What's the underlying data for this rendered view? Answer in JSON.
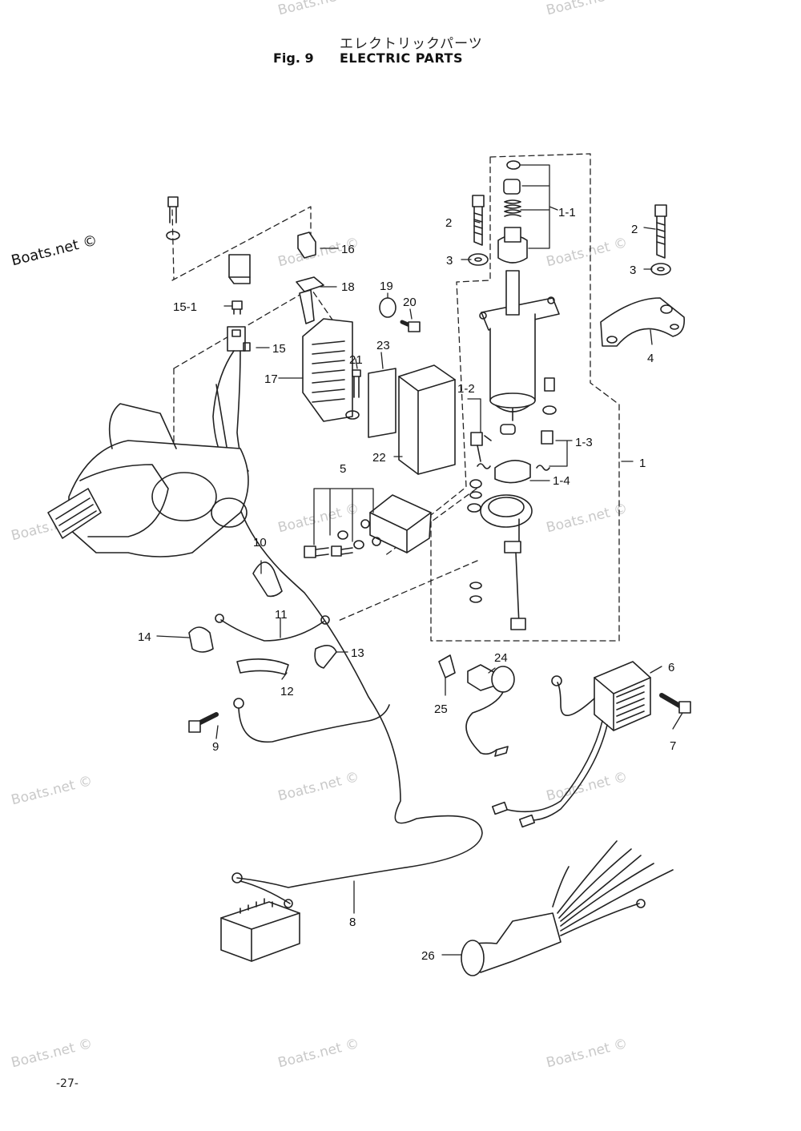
{
  "header": {
    "title_jp": "エレクトリックパーツ",
    "fig": "Fig. 9",
    "title": "ELECTRIC PARTS"
  },
  "watermark": {
    "main": "Boats.net ©",
    "repeat": "Boats.net ©"
  },
  "page_number": "-27-",
  "callouts": {
    "c1": "1",
    "c1_1": "1-1",
    "c1_2": "1-2",
    "c1_3": "1-3",
    "c1_4": "1-4",
    "c2a": "2",
    "c2b": "2",
    "c3a": "3",
    "c3b": "3",
    "c4": "4",
    "c5": "5",
    "c6": "6",
    "c7": "7",
    "c8": "8",
    "c9": "9",
    "c10": "10",
    "c11": "11",
    "c12": "12",
    "c13": "13",
    "c14": "14",
    "c15": "15",
    "c15_1": "15-1",
    "c16": "16",
    "c17": "17",
    "c18": "18",
    "c19": "19",
    "c20": "20",
    "c21": "21",
    "c22": "22",
    "c23": "23",
    "c24": "24",
    "c25": "25",
    "c26": "26"
  }
}
